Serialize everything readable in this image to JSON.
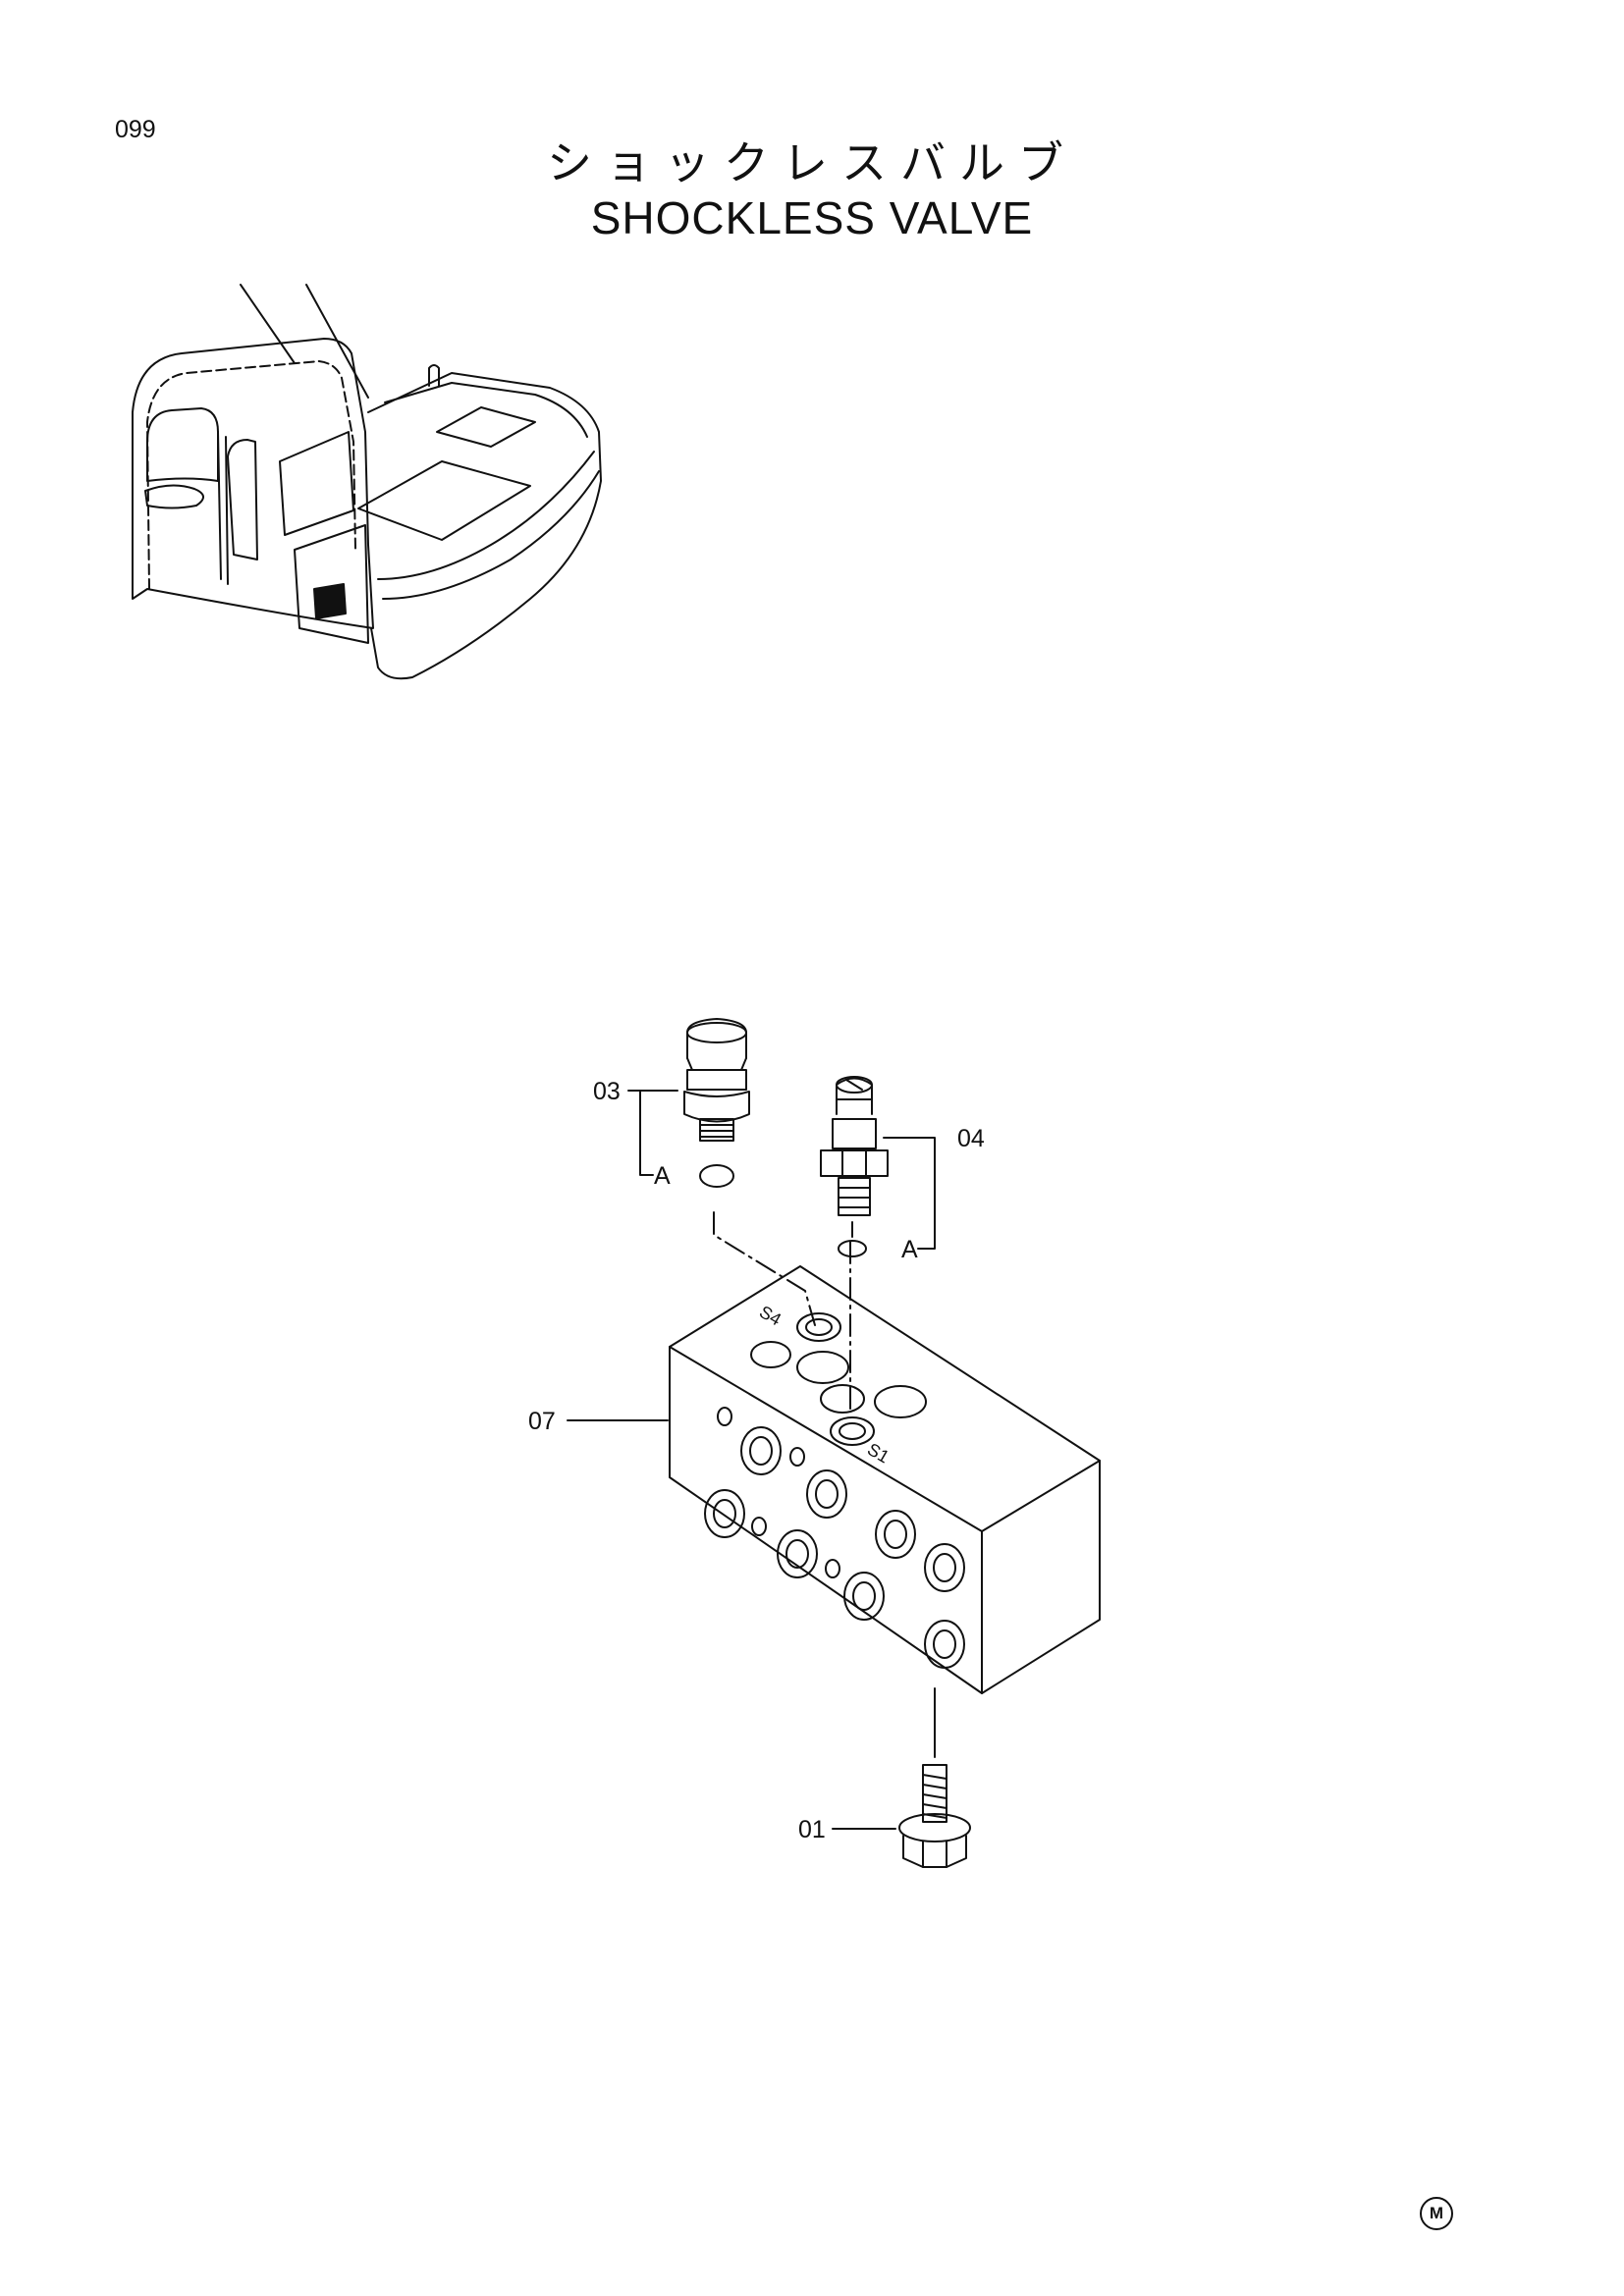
{
  "page_number": "099",
  "title_jp": "ショックレスバルブ",
  "title_en": "SHOCKLESS VALVE",
  "callouts": {
    "c01": "01",
    "c03": "03",
    "c04": "04",
    "c07": "07",
    "a_left": "A",
    "a_right": "A"
  },
  "port_labels": {
    "s4": "S4",
    "s1": "S1"
  },
  "corner_mark": "M"
}
